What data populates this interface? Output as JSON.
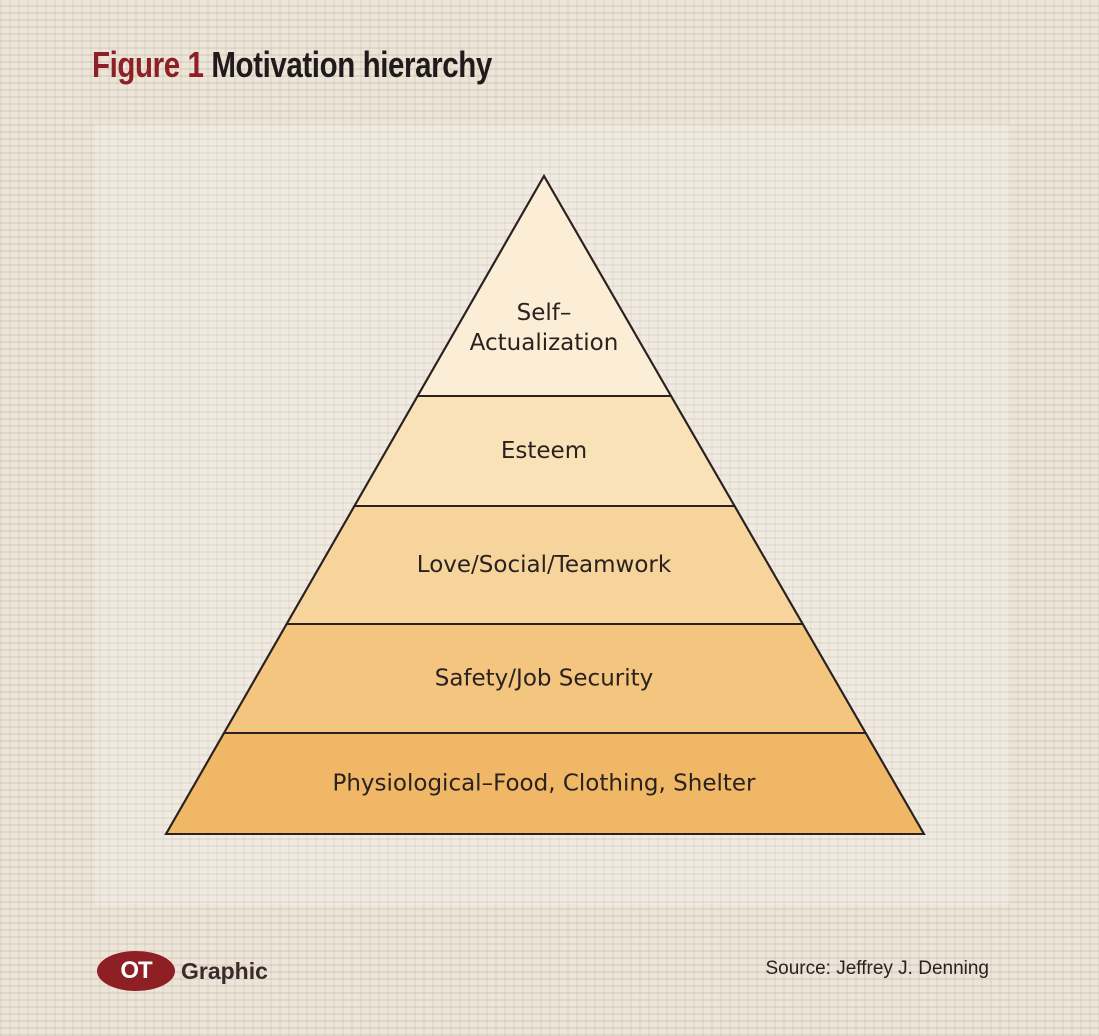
{
  "title": {
    "number": "Figure 1",
    "text": "Motivation hierarchy"
  },
  "pyramid": {
    "levels": [
      {
        "lines": [
          "Self–",
          "Actualization"
        ],
        "color": "#fbedd6"
      },
      {
        "lines": [
          "Esteem"
        ],
        "color": "#f9e2b8"
      },
      {
        "lines": [
          "Love/Social/Teamwork"
        ],
        "color": "#f6d49b"
      },
      {
        "lines": [
          "Safety/Job Security"
        ],
        "color": "#f3c57f"
      },
      {
        "lines": [
          "Physiological–Food, Clothing, Shelter"
        ],
        "color": "#efb766"
      }
    ]
  },
  "footer": {
    "logo_mark": "OT",
    "logo_word": "Graphic",
    "source": "Source: Jeffrey J. Denning"
  },
  "colors": {
    "accent": "#8e1f24",
    "outline": "#2a2220"
  }
}
